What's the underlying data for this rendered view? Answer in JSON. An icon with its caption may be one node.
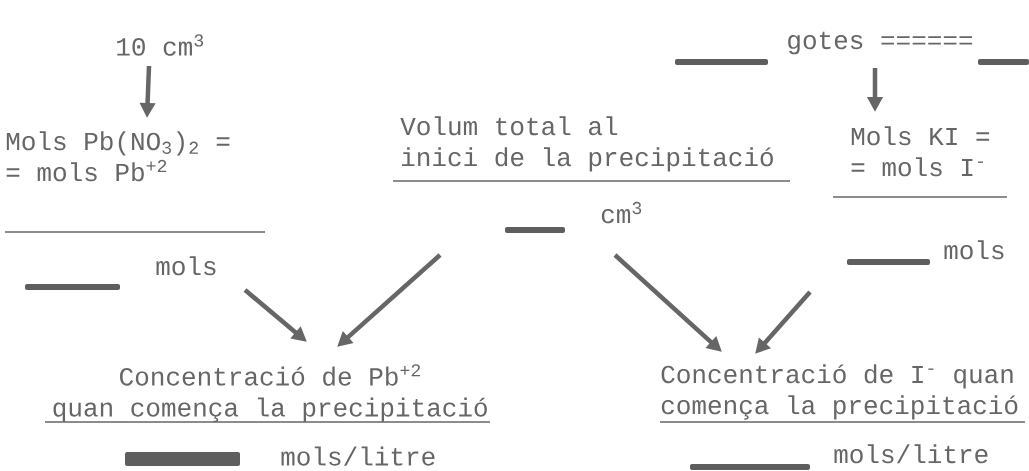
{
  "diagram": {
    "nodes": [
      {
        "text": [
          "10 cm$^{3}$"
        ]
      },
      {
        "text": [
          "Mols Pb(NO$_{3}$)$_{2}$ = = mols Pb$^{+2}$",
          "mols"
        ]
      },
      {
        "text": [
          "gotes ======"
        ]
      },
      {
        "text": [
          "Volum total al inici de la precipitació",
          "cm$^{3}$"
        ]
      },
      {
        "text": [
          "Mols KI = = mols I$^{-}$",
          "mols"
        ]
      },
      {
        "text": [
          "Concentració de Pb$^{+2}$ quan comença la precipitació",
          "mols/litre"
        ]
      },
      {
        "text": [
          "Concentració de I$^{-}$ quan comença la precipitació",
          "mols/litre"
        ]
      }
    ],
    "edges": [
      {
        "from": 0,
        "to": 1,
        "arrow": "to"
      },
      {
        "from": 2,
        "to": 4,
        "arrow": "to"
      },
      {
        "from": 1,
        "to": 5,
        "arrow": "to"
      },
      {
        "from": 3,
        "to": 5,
        "arrow": "to"
      },
      {
        "from": 3,
        "to": 6,
        "arrow": "to"
      },
      {
        "from": 4,
        "to": 6,
        "arrow": "to"
      }
    ]
  }
}
